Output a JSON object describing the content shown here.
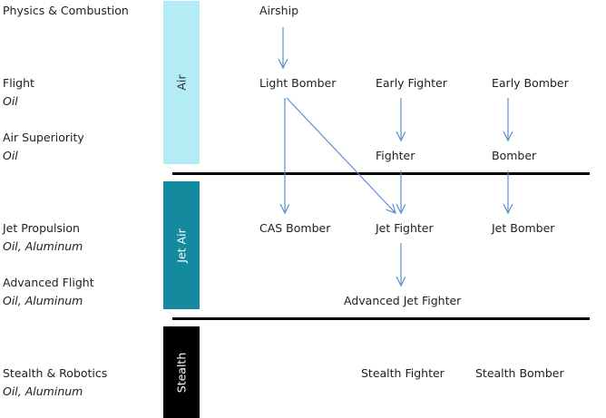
{
  "techs": [
    {
      "name": "Physics & Combustion",
      "resources": ""
    },
    {
      "name": "Flight",
      "resources": "Oil"
    },
    {
      "name": "Air Superiority",
      "resources": "Oil"
    },
    {
      "name": "Jet Propulsion",
      "resources": "Oil, Aluminum"
    },
    {
      "name": "Advanced Flight",
      "resources": "Oil, Aluminum"
    },
    {
      "name": "Stealth & Robotics",
      "resources": "Oil, Aluminum"
    }
  ],
  "bands": [
    {
      "label": "Air",
      "color": "#b3ecf5",
      "text_color": "#333333"
    },
    {
      "label": "Jet Air",
      "color": "#138a9d",
      "text_color": "#ffffff"
    },
    {
      "label": "Stealth",
      "color": "#000000",
      "text_color": "#ffffff"
    }
  ],
  "units": {
    "airship": "Airship",
    "light_bomber": "Light Bomber",
    "early_fighter": "Early Fighter",
    "early_bomber": "Early Bomber",
    "fighter": "Fighter",
    "bomber": "Bomber",
    "cas_bomber": "CAS Bomber",
    "jet_fighter": "Jet Fighter",
    "jet_bomber": "Jet Bomber",
    "advanced_jet_fighter": "Advanced Jet Fighter",
    "stealth_fighter": "Stealth Fighter",
    "stealth_bomber": "Stealth Bomber"
  },
  "colors": {
    "arrow": "#5b8fd0",
    "divider": "#000000"
  }
}
